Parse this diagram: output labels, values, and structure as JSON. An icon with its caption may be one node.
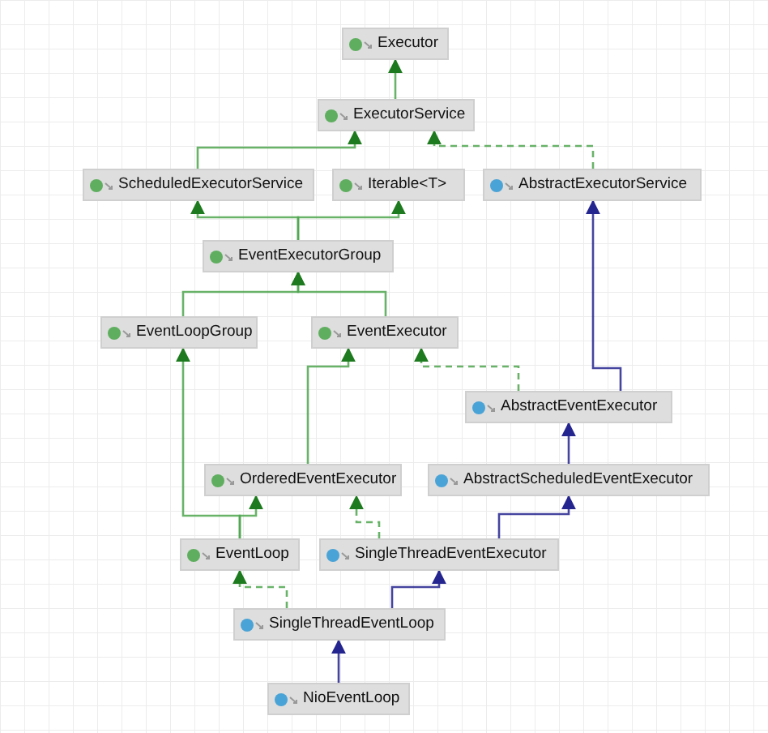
{
  "diagram": {
    "nodes": [
      {
        "text": [
          "Executor"
        ]
      },
      {
        "text": [
          "ExecutorService"
        ]
      },
      {
        "text": [
          "ScheduledExecutorService"
        ]
      },
      {
        "text": [
          "Iterable<T>"
        ]
      },
      {
        "text": [
          "AbstractExecutorService"
        ]
      },
      {
        "text": [
          "EventExecutorGroup"
        ]
      },
      {
        "text": [
          "EventLoopGroup"
        ]
      },
      {
        "text": [
          "EventExecutor"
        ]
      },
      {
        "text": [
          "AbstractEventExecutor"
        ]
      },
      {
        "text": [
          "OrderedEventExecutor"
        ]
      },
      {
        "text": [
          "AbstractScheduledEventExecutor"
        ]
      },
      {
        "text": [
          "EventLoop"
        ]
      },
      {
        "text": [
          "SingleThreadEventExecutor"
        ]
      },
      {
        "text": [
          "SingleThreadEventLoop"
        ]
      },
      {
        "text": [
          "NioEventLoop"
        ]
      }
    ],
    "edges": [
      {
        "from": 1,
        "to": 0,
        "arrow": "to"
      },
      {
        "from": 2,
        "to": 1,
        "arrow": "to"
      },
      {
        "from": 4,
        "to": 1,
        "arrow": "to",
        "style": "dashed"
      },
      {
        "from": 5,
        "to": 2,
        "arrow": "to"
      },
      {
        "from": 5,
        "to": 3,
        "arrow": "to"
      },
      {
        "from": 8,
        "to": 4,
        "arrow": "to",
        "color": "#25258f"
      },
      {
        "from": 6,
        "to": 5,
        "arrow": "to"
      },
      {
        "from": 7,
        "to": 5,
        "arrow": "to"
      },
      {
        "from": 9,
        "to": 7,
        "arrow": "to"
      },
      {
        "from": 8,
        "to": 7,
        "arrow": "to",
        "style": "dashed"
      },
      {
        "from": 10,
        "to": 8,
        "arrow": "to",
        "color": "#25258f"
      },
      {
        "from": 11,
        "to": 6,
        "arrow": "to"
      },
      {
        "from": 11,
        "to": 9,
        "arrow": "to"
      },
      {
        "from": 12,
        "to": 9,
        "arrow": "to",
        "style": "dashed"
      },
      {
        "from": 12,
        "to": 10,
        "arrow": "to",
        "color": "#25258f"
      },
      {
        "from": 13,
        "to": 11,
        "arrow": "to",
        "style": "dashed"
      },
      {
        "from": 13,
        "to": 12,
        "arrow": "to",
        "color": "#25258f"
      },
      {
        "from": 14,
        "to": 13,
        "arrow": "to",
        "color": "#25258f"
      }
    ]
  }
}
